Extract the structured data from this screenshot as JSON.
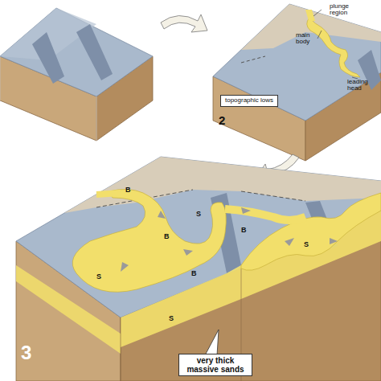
{
  "diagram": {
    "nodes": [
      {
        "text": [
          "topographic lows"
        ]
      },
      {
        "text": [
          "very thick massive sands"
        ]
      }
    ],
    "labels": [
      "plunge region",
      "main body",
      "leading head",
      "2",
      "3",
      "B",
      "B",
      "B",
      "B",
      "S",
      "S",
      "S",
      "S"
    ]
  }
}
